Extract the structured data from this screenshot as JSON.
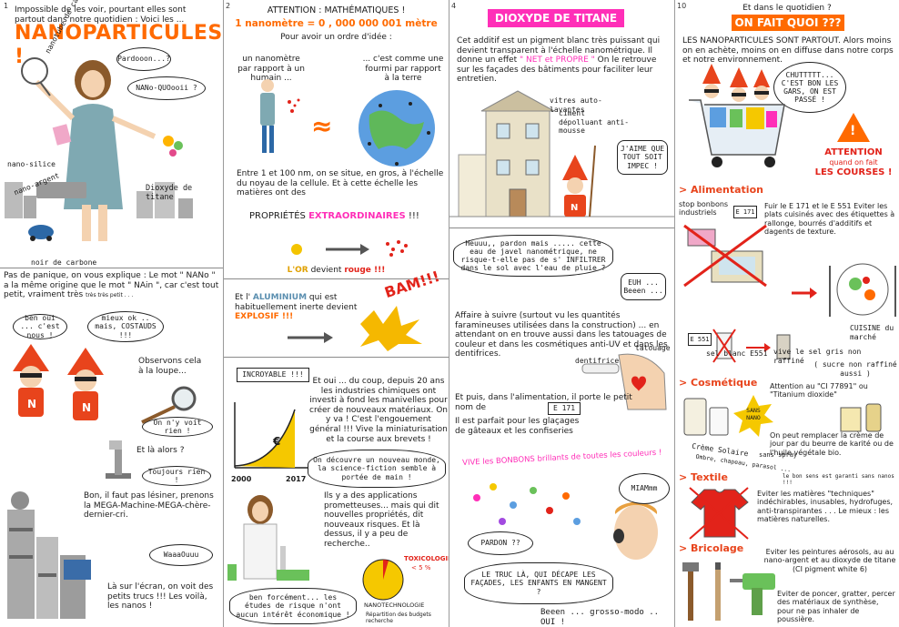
{
  "page1": {
    "num": "1",
    "intro": "Impossible de les voir, pourtant elles sont partout dans notre quotidien : Voici les ...",
    "title": "NANOPARTICULES !",
    "bubble_pardoo": "Pardooon...?",
    "bubble_nanoquo": "NANo-QUOooii ?",
    "label_nanotube": "nanotube de carbone",
    "label_silice": "nano-silice",
    "label_argent": "nano-argent",
    "label_titane": "Dioxyde de titane",
    "label_carbone": "noir de carbone",
    "panic": "Pas de panique, on vous explique : Le mot \" NANo \" a la même origine que le mot \" NAin \", car c'est tout petit, vraiment très",
    "panic_small": "très très petit . . .",
    "bubble_ben": "ben oui ... c'est nous !",
    "bubble_mieux": "mieux ok .. mais, COSTAUDS !!!",
    "loupe": "Observons cela à la loupe...",
    "bubble_voit": "On n'y voit rien !",
    "alors": "Et là alors ?",
    "bubble_rien": "Toujours rien !",
    "machine": "Bon, il faut pas lésiner, prenons la MEGA-Machine-MEGA-chère-dernier-cri.",
    "bubble_waa": "WaaaOuuu",
    "ecran": "Là sur l'écran, on voit des petits trucs !!! Les voilà, les nanos !"
  },
  "page2": {
    "num": "2",
    "att": "ATTENTION : MATHÉMATIQUES !",
    "def": "1 nanomètre = 0 , 000 000 001 mètre",
    "ordre": "Pour avoir un ordre d'idée :",
    "left": "un nanomètre par rapport à un humain ...",
    "right": "... c'est comme une fourmi par rapport à la terre",
    "approx": "≈",
    "entre": "Entre 1 et 100 nm, on se situe, en gros, à l'échelle du noyau de la cellule. Et à cette échelle les matières ont des",
    "prop_a": "PROPRIÉTÉS ",
    "prop_b": "EXTRAORDINAIRES",
    "prop_c": " !!!",
    "or_a": "L'OR",
    "or_b": " devient ",
    "or_c": "rouge !!!",
    "alu_a": "Et l' ",
    "alu_b": "ALUMINIUM",
    "alu_c": " qui est habituellement inerte devient ",
    "alu_d": "EXPLOSIF !!!",
    "bam": "BAM!!!",
    "incroyable": "INCROYABLE !!!",
    "industrie": "Et oui ... du coup, depuis 20 ans les industries chimiques ont investi à fond les manivelles pour créer de nouveaux matériaux. On y va ! C'est l'engouement général !!! Vive la miniaturisation et la course aux brevets !",
    "year1": "2000",
    "year2": "2017",
    "euro": "€",
    "bubble_monde": "On découvre un nouveau monde, la science-fiction semble à portée de main !",
    "applications": "Ils y a des applications prometteuses... mais qui dit nouvelles propriétés, dit nouveaux risques. Et là dessus, il y a peu de recherche..",
    "bubble_etudes": "ben forcément... les études de risque n'ont aucun intérêt économique !",
    "pie_a": "TOXICOLOGIE",
    "pie_b": "< 5 %",
    "pie_c": "NANOTECHNOLOGIE",
    "pie_d": "Répartition des budgets recherche"
  },
  "page4": {
    "num": "4",
    "title": "DIOXYDE DE TITANE",
    "body_a": "Cet additif est un pigment blanc très puissant qui devient transparent à l'échelle nanométrique. Il donne un effet ",
    "body_b": "\" NET et PROPRE \"",
    "body_c": " On le retrouve sur les façades des bâtiments pour faciliter leur entretien.",
    "vitres": "vitres auto-lavantes",
    "ciment": "ciment dépolluant anti-mousse",
    "bubble_impec": "J'AIME QUE TOUT SOIT IMPEC !",
    "bubble_javel": "Heuuu,, pardon mais ..... cette eau de javel nanométrique, ne risque-t-elle pas de s' INFILTRER dans le sol avec l'eau de pluie ?",
    "bubble_euh": "EUH ... Beeen ...",
    "suivre": "Affaire à suivre (surtout vu les quantités faramineuses utilisées dans la construction) ... en attendant on en trouve aussi dans les tatouages de couleur et dans les cosmétiques anti-UV et dans les dentifrices.",
    "dentifrice": "dentifrice",
    "tatouage": "tatouage",
    "alim": "Et puis, dans l'alimentation, il porte le petit nom de",
    "e171": "E 171",
    "parfait": "Il est parfait pour les glaçages de gâteaux et les confiseries",
    "vive": "VIVE les BONBONS brillants de toutes les couleurs !",
    "bubble_miam": "MIAMmm",
    "bubble_pardon": "PARDON ??",
    "bubble_truc": "LE TRUC LÀ, QUI DÉCAPE LES FAÇADES, LES ENFANTS EN MANGENT ?",
    "beeen": "Beeen ... grosso-modo .. OUI !"
  },
  "page10": {
    "num": "10",
    "quotidien": "Et dans le quotidien ?",
    "title": "ON FAIT QUOI ???",
    "intro": "LES NANOPARTICULES SONT PARTOUT. Alors moins on en achète, moins on en diffuse dans notre corps et notre environnement.",
    "bubble_chut": "CHUTTTTT... C'EST BON LES GARS, ON EST PASSÉ !",
    "warn_icon": "!",
    "warn_a": "ATTENTION",
    "warn_b": "quand on fait",
    "warn_c": "LES COURSES !",
    "s1": "> Alimentation",
    "stop": "stop bonbons industriels",
    "e171": "E 171",
    "fuir": "Fuir le E 171 et le E 551 Eviter les plats cuisinés avec des étiquettes à rallonge, bourrés d'additifs et dagents de texture.",
    "cuisine": "CUISINE du marché",
    "e551": "E 551",
    "selblanc": "sel blanc E551",
    "vive_sel": "vive le sel gris non raffiné",
    "sucre": "( sucre non raffiné aussi )",
    "s2": "> Cosmétique",
    "ci": "Attention au \"CI 77891\" ou \"Titanium dioxide\"",
    "sans_nano": "SANS NANO",
    "creme": "Crème Solaire",
    "spray": "sans spray",
    "ombre": "Ombre, chapeau, parasol ...",
    "creme_txt": "On peut remplacer la crème de jour par du beurre de karité ou de l'huile végétale bio.",
    "bio_note": "le bon sens est garanti sans nanos !!!",
    "s3": "> Textile",
    "textile": "Eviter les matières \"techniques\" indéchirables, inusables, hydrofuges, anti-transpirantes . . . Le mieux : les matières naturelles.",
    "s4": "> Bricolage",
    "bricolage": "Eviter les peintures aérosols, au au nano-argent et au dioxyde de titane (CI pigment white 6)",
    "poncer": "Eviter de poncer, gratter, percer des matériaux de synthèse, pour ne pas inhaler de poussière."
  },
  "colors": {
    "orange": "#ff6a00",
    "red": "#e2231a",
    "pink": "#ff2fb8",
    "gnome_red": "#e8441c",
    "teal": "#6a9ea5"
  }
}
